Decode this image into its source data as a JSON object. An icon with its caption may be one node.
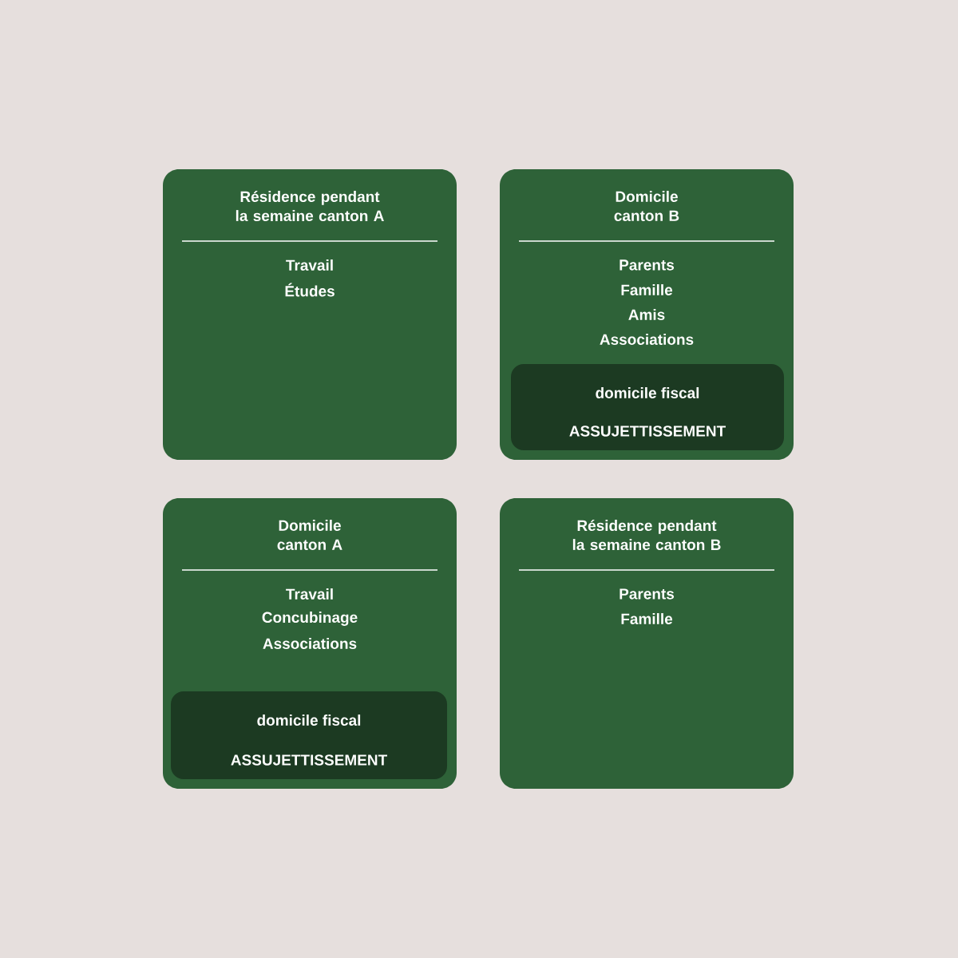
{
  "diagram": {
    "nodes": [
      {
        "text": [
          "Résidence pendant la semaine canton A",
          "Travail",
          "Études"
        ]
      },
      {
        "text": [
          "Domicile canton B",
          "Parents",
          "Famille",
          "Amis",
          "Associations"
        ]
      },
      {
        "text": [
          "domicile fiscal",
          "ASSUJETTISSEMENT"
        ],
        "in": 1
      },
      {
        "text": [
          "Domicile canton A",
          "Travail",
          "Concubinage",
          "Associations"
        ]
      },
      {
        "text": [
          "domicile fiscal",
          "ASSUJETTISSEMENT"
        ],
        "in": 3
      },
      {
        "text": [
          "Résidence pendant la semaine canton B",
          "Parents",
          "Famille"
        ]
      }
    ]
  }
}
